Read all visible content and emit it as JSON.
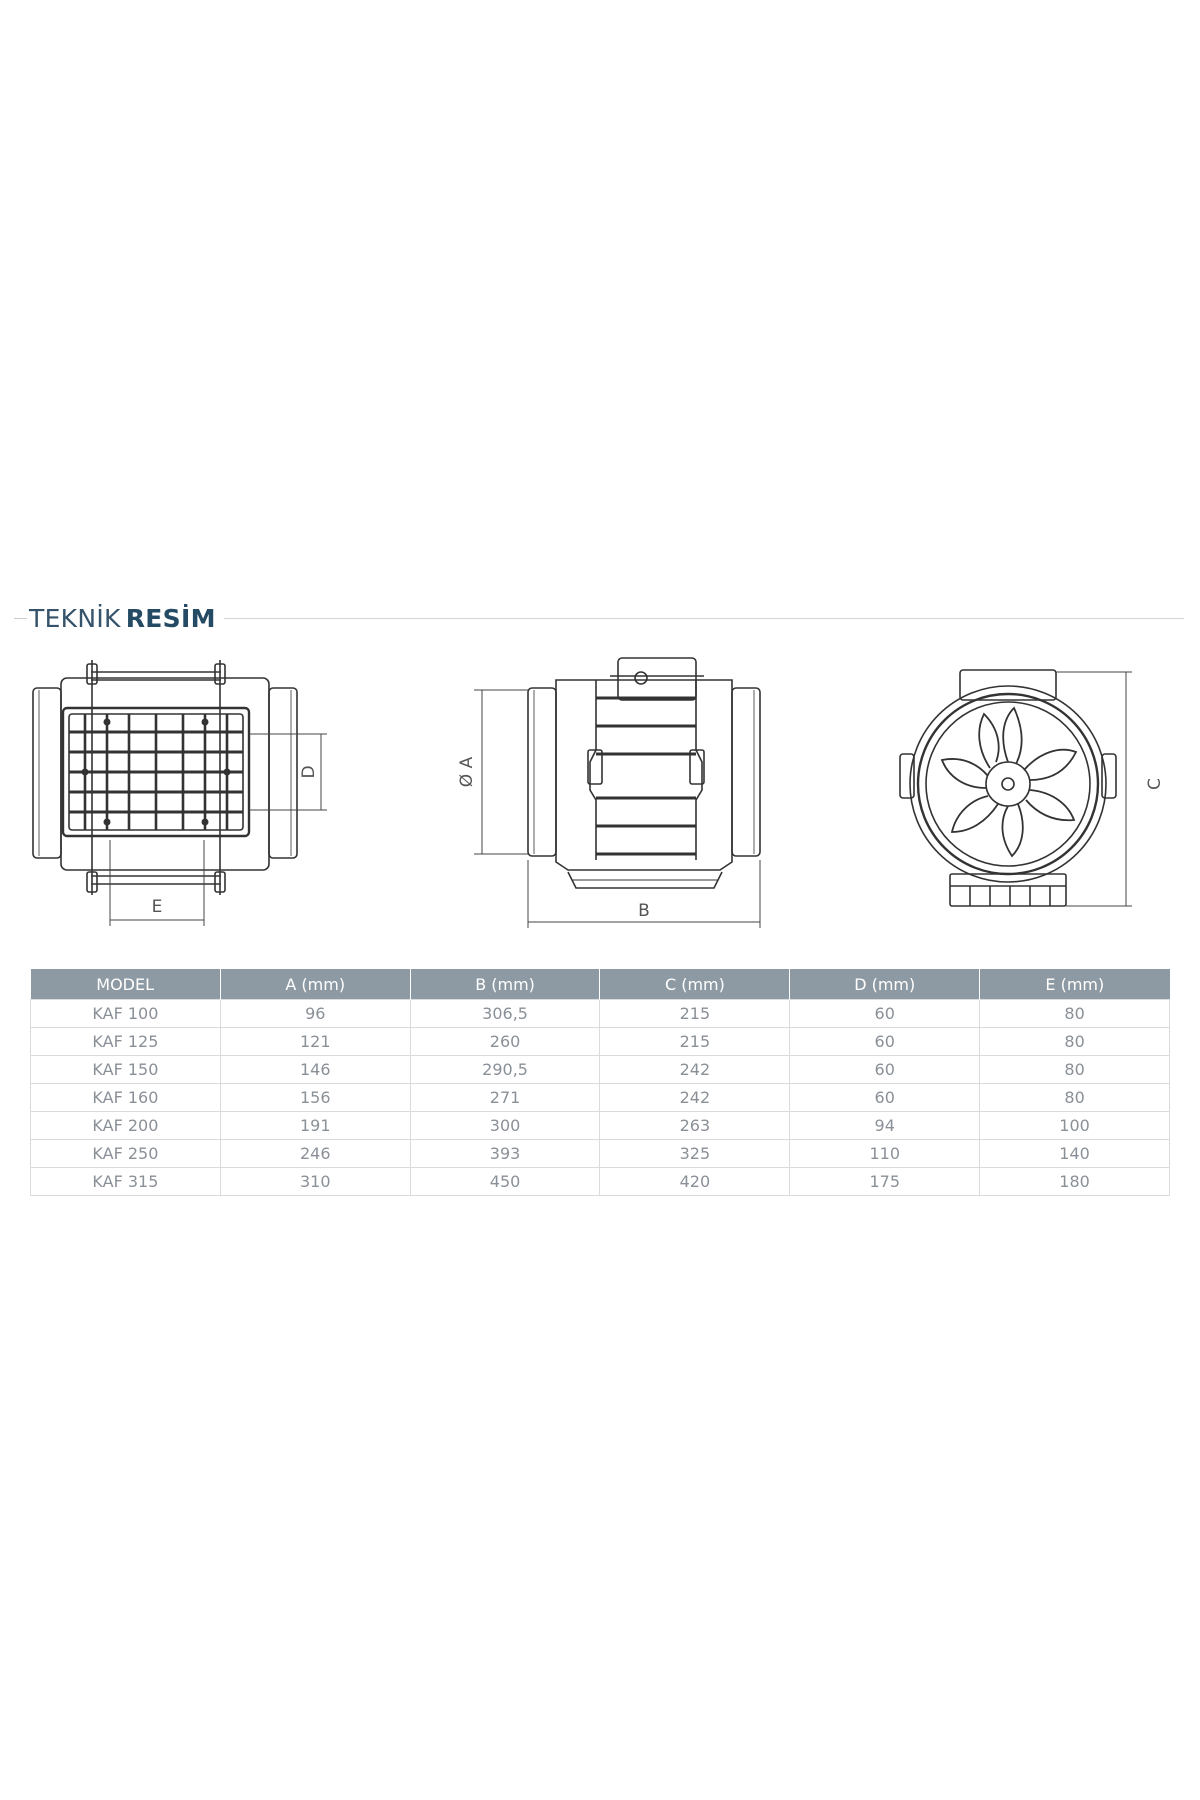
{
  "title": {
    "light": "TEKNİK",
    "bold": "RESİM"
  },
  "drawing_labels": {
    "side_d": "D",
    "side_e": "E",
    "front_a": "Ø A",
    "front_b": "B",
    "end_c": "C"
  },
  "table": {
    "headers": [
      "MODEL",
      "A (mm)",
      "B (mm)",
      "C (mm)",
      "D (mm)",
      "E (mm)"
    ],
    "rows": [
      [
        "KAF 100",
        "96",
        "306,5",
        "215",
        "60",
        "80"
      ],
      [
        "KAF 125",
        "121",
        "260",
        "215",
        "60",
        "80"
      ],
      [
        "KAF 150",
        "146",
        "290,5",
        "242",
        "60",
        "80"
      ],
      [
        "KAF 160",
        "156",
        "271",
        "242",
        "60",
        "80"
      ],
      [
        "KAF 200",
        "191",
        "300",
        "263",
        "94",
        "100"
      ],
      [
        "KAF 250",
        "246",
        "393",
        "325",
        "110",
        "140"
      ],
      [
        "KAF 315",
        "310",
        "450",
        "420",
        "175",
        "180"
      ]
    ]
  },
  "colors": {
    "header_bg": "#8e9aa3",
    "title": "#35536a",
    "title_bold": "#244a64",
    "cell_text": "#8a9097",
    "border": "#d9dcdf"
  }
}
